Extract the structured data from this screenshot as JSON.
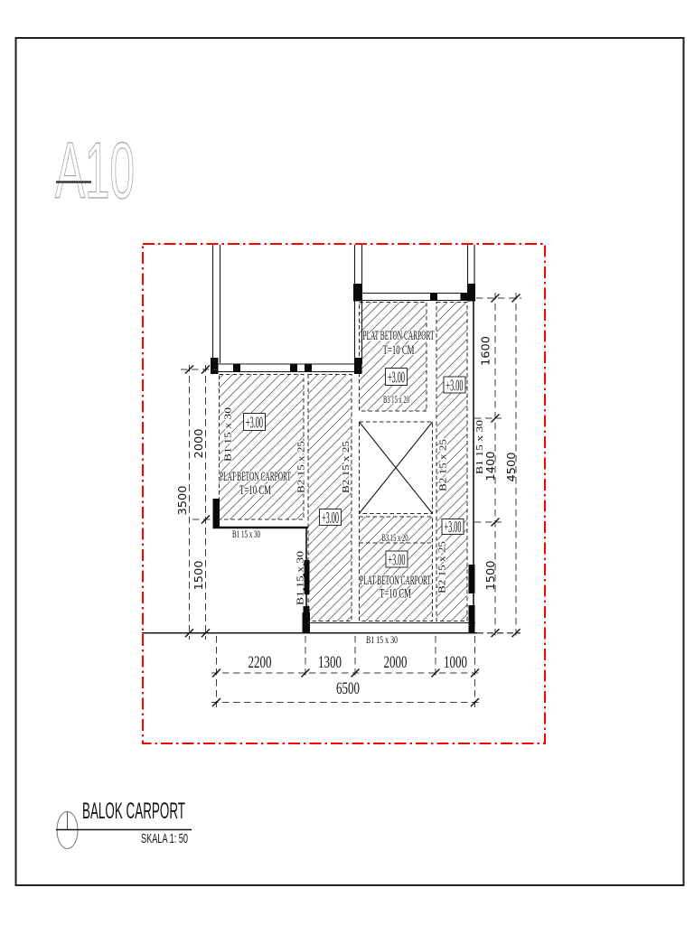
{
  "sheet_code": "A10",
  "title_block": {
    "title": "BALOK CARPORT",
    "scale": "SKALA 1: 50"
  },
  "labels": {
    "plate_line1": "PLAT BETON CARPORT",
    "plate_line2": "T=10 CM",
    "level": "+3.00",
    "beam_b1": "B1 15 x 30",
    "beam_b2": "B2 15 x 25",
    "beam_b3": "B3 15 x 20"
  },
  "dimensions": {
    "bottom_segments": [
      "2200",
      "1300",
      "2000",
      "1000"
    ],
    "bottom_total": "6500",
    "left_total": "3500",
    "left_segments": [
      "2000",
      "1500"
    ],
    "right_segments": [
      "1600",
      "1400",
      "1500"
    ],
    "right_total": "4500"
  },
  "colors": {
    "frame_red": "#ff0000",
    "ink": "#161616"
  }
}
